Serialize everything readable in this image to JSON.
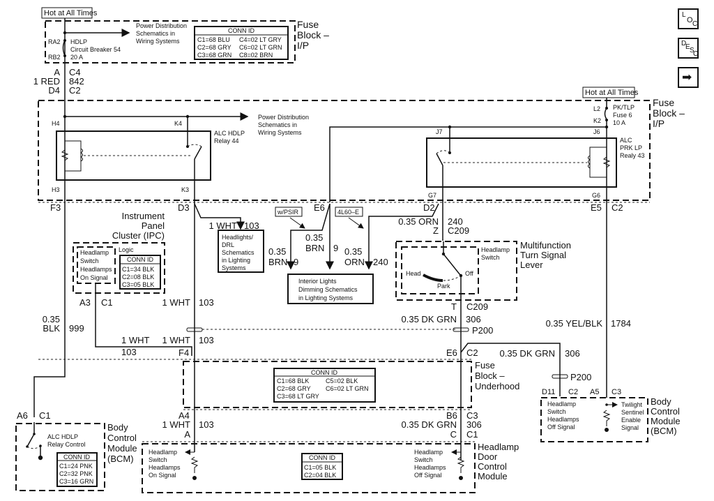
{
  "nav": {
    "loc_button": {
      "l1": "L",
      "l2": "O",
      "l3": "C"
    },
    "desc_button": {
      "l1": "D",
      "l2": "E",
      "l3": "S",
      "l4": "C"
    },
    "next_arrow": "➡"
  },
  "hot_label": "Hot at All Times",
  "fuse_block_ip": {
    "title_lines": [
      "Fuse",
      "Block –",
      "I/P"
    ],
    "pins": {
      "ra2": "RA2",
      "rb2": "RB2"
    },
    "breaker": [
      "HDLP",
      "Circuit Breaker 54",
      "20 A"
    ],
    "power_dist": [
      "Power Distribution",
      "Schematics in",
      "Wiring Systems"
    ],
    "conn_id": {
      "title": "CONN ID",
      "rows": [
        [
          "C1=68 BLU",
          "C4=02 LT GRY"
        ],
        [
          "C2=68 GRY",
          "C6=02 LT GRN"
        ],
        [
          "C3=68 GRN",
          "C8=02 BRN"
        ]
      ]
    }
  },
  "wire_842": {
    "top_pin": "A",
    "top_conn": "C4",
    "color": "1 RED",
    "circuit": "842",
    "bot_pin": "D4",
    "bot_conn": "C2"
  },
  "fuse_block_ip2": {
    "title_lines": [
      "Fuse",
      "Block –",
      "I/P"
    ],
    "pins": {
      "h4": "H4",
      "k4": "K4",
      "h3": "H3",
      "k3": "K3",
      "j7": "J7",
      "j6": "J6",
      "g7": "G7",
      "g6": "G6",
      "l2": "L2",
      "k2": "K2"
    },
    "power_dist": [
      "Power Distribution",
      "Schematics in",
      "Wiring Systems"
    ],
    "relay44": [
      "ALC HDLP",
      "Relay 44"
    ],
    "relay43": [
      "ALC",
      "PRK LP",
      "Realy 43"
    ],
    "fuse6": [
      "PK/TLP",
      "Fuse 6",
      "10 A"
    ]
  },
  "connectors_row": {
    "f3": "F3",
    "d3": "D3",
    "e6": "E6",
    "d2": "D2",
    "e5": "E5",
    "c2": "C2"
  },
  "ipc": {
    "title_lines": [
      "Instrument",
      "Panel",
      "Cluster (IPC)"
    ],
    "logic": "Logic",
    "signal": [
      "Headlamp",
      "Switch",
      "Headlamps",
      "On Signal"
    ],
    "conn_id": {
      "title": "CONN ID",
      "rows": [
        "C1=34 BLK",
        "C2=08 BLK",
        "C3=05 BLK"
      ]
    },
    "pin": "A3",
    "conn": "C1"
  },
  "wires": {
    "w103a": {
      "color": "1 WHT",
      "circuit": "103"
    },
    "w103b": {
      "color": "1 WHT",
      "circuit": "103"
    },
    "w103c": {
      "color": "1 WHT",
      "circuit": "103"
    },
    "w103d": {
      "color": "1 WHT",
      "circuit": "103"
    },
    "w999": {
      "gauge": "0.35",
      "color": "BLK",
      "circuit": "999"
    },
    "brn9a": {
      "gauge": "0.35",
      "color": "BRN",
      "circuit": "9"
    },
    "brn9b": {
      "gauge": "0.35",
      "color": "BRN",
      "circuit": "9"
    },
    "orn240a": {
      "gauge": "0.35",
      "color": "ORN",
      "circuit": "240"
    },
    "orn240b": {
      "color": "0.35 ORN",
      "circuit": "240"
    },
    "dkgrn306a": {
      "color": "0.35 DK GRN",
      "circuit": "306"
    },
    "dkgrn306b": {
      "color": "0.35 DK GRN",
      "circuit": "306"
    },
    "dkgrn306c": {
      "color": "0.35 DK GRN",
      "circuit": "306"
    },
    "yelblk1784": {
      "color": "0.35 YEL/BLK",
      "circuit": "1784"
    }
  },
  "options": {
    "psir": "w/PSIR",
    "trans": "4L60–E"
  },
  "headlights_drl": [
    "Headlights/",
    "DRL",
    "Schematics",
    "in Lighting",
    "Systems"
  ],
  "interior_dimming": [
    "Interior Lights",
    "Dimming Schematics",
    "in Lighting Systems"
  ],
  "multifunction": {
    "title_lines": [
      "Multifunction",
      "Turn Signal",
      "Lever"
    ],
    "switch": [
      "Headlamp",
      "Switch"
    ],
    "positions": {
      "head": "Head",
      "park": "Park",
      "off": "Off"
    },
    "top": {
      "pin": "Z",
      "conn": "C209"
    },
    "bot": {
      "pin": "T",
      "conn": "C209"
    }
  },
  "splices": {
    "p200a": "P200",
    "p200b": "P200"
  },
  "fuse_underhood": {
    "title_lines": [
      "Fuse",
      "Block –",
      "Underhood"
    ],
    "top_pins": {
      "f4": "F4",
      "e6": "E6",
      "c2": "C2"
    },
    "bot_pins": {
      "a4": "A4",
      "b6": "B6",
      "c3": "C3"
    },
    "conn_id": {
      "title": "CONN ID",
      "rows": [
        [
          "C1=68 BLK",
          "C5=02 BLK"
        ],
        [
          "C2=68 GRY",
          "C6=02 LT GRN"
        ],
        [
          "C3=68 LT GRY",
          ""
        ]
      ]
    }
  },
  "bcm_right": {
    "title_lines": [
      "Body",
      "Control",
      "Module",
      "(BCM)"
    ],
    "pins": {
      "d11": "D11",
      "c2": "C2",
      "a5": "A5",
      "c3": "C3"
    },
    "sig1": [
      "Headlamp",
      "Switch",
      "Headlamps",
      "Off Signal"
    ],
    "sig2": [
      "Twilight",
      "Sentinel",
      "Enable",
      "Signal"
    ]
  },
  "bcm_left": {
    "title_lines": [
      "Body",
      "Control",
      "Module",
      "(BCM)"
    ],
    "pin": "A6",
    "conn": "C1",
    "relay": [
      "ALC HDLP",
      "Relay Control"
    ],
    "conn_id": {
      "title": "CONN ID",
      "rows": [
        "C1=24 PNK",
        "C2=32 PNK",
        "C3=16 GRN"
      ]
    }
  },
  "hdcm": {
    "title_lines": [
      "Headlamp",
      "Door",
      "Control",
      "Module"
    ],
    "pin_a": "A",
    "pin_c": "C",
    "conn_c1": "C1",
    "sig_on": [
      "Headlamp",
      "Switch",
      "Headlamps",
      "On Signal"
    ],
    "sig_off": [
      "Headlamp",
      "Switch",
      "Headlamps",
      "Off Signal"
    ],
    "conn_id": {
      "title": "CONN ID",
      "rows": [
        "C1=05 BLK",
        "C2=04 BLK"
      ]
    }
  }
}
